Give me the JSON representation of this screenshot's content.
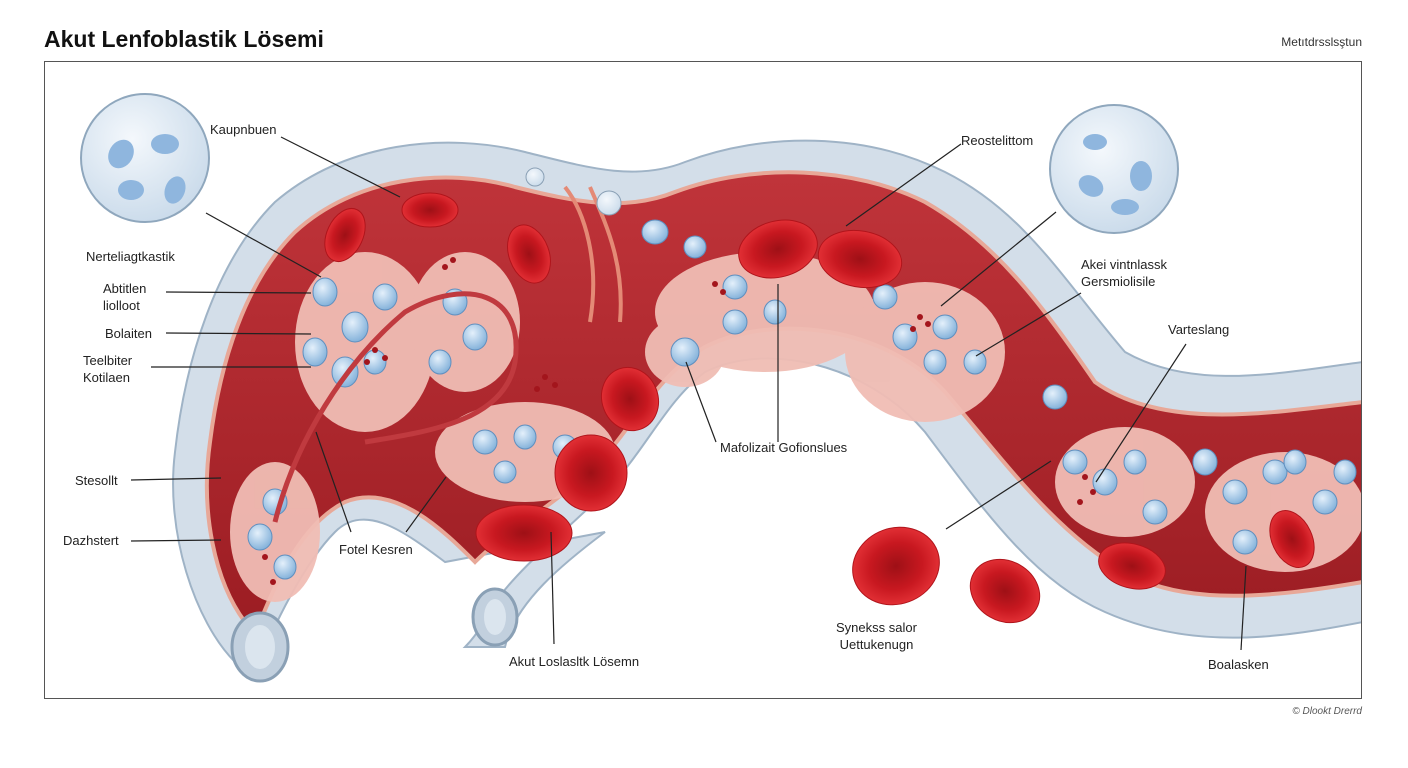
{
  "header": {
    "title": "Akut Lenfoblastik Lösemi",
    "top_right_note": "Metıtdrsslsştun"
  },
  "labels": {
    "kaupnbuen": "Kaupnbuen",
    "nerteliagtkastik": "Nerteliagtkastik",
    "abtitlen_line1": "Abtitlen",
    "abtitlen_line2": "liolloot",
    "bolaiten": "Bolaiten",
    "teelbiter_line1": "Teelbiter",
    "teelbiter_line2": "Kotilaen",
    "stesollt": "Stesollt",
    "dazhstert": "Dazhstert",
    "fotel_kesren": "Fotel Kesren",
    "akut_loslastik": "Akut Loslasltk Lösemn",
    "mafolizait": "Mafolizait Gofionslues",
    "reostelittom": "Reostelittom",
    "akei_line1": "Akei vintnlassk",
    "akei_line2": "Gersmiolisile",
    "varteslang": "Varteslang",
    "synekss_line1": "Synekss salor",
    "synekss_line2": "Uettukenugn",
    "boalasken": "Boalasken"
  },
  "footer": {
    "credit": "© Dlookt Drerrd"
  },
  "colors": {
    "vessel_wall": "#c9d6e3",
    "lumen": "#b3232a",
    "rbc": "#d91f26",
    "lymphoblast": "#9ec4e8",
    "tissue": "#f2c3bc"
  }
}
